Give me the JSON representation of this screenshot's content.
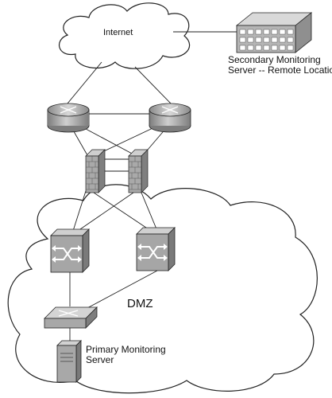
{
  "labels": {
    "internet": "Internet",
    "secondary_line1": "Secondary Monitoring",
    "secondary_line2": "Server -- Remote Location",
    "dmz": "DMZ",
    "primary_line1": "Primary Monitoring",
    "primary_line2": "Server"
  },
  "nodes": [
    {
      "id": "internet",
      "kind": "cloud-icon"
    },
    {
      "id": "secondary-server",
      "kind": "building-server-icon"
    },
    {
      "id": "router-left",
      "kind": "router-icon"
    },
    {
      "id": "router-right",
      "kind": "router-icon"
    },
    {
      "id": "firewall-left",
      "kind": "firewall-icon"
    },
    {
      "id": "firewall-right",
      "kind": "firewall-icon"
    },
    {
      "id": "switch-left",
      "kind": "switch-icon"
    },
    {
      "id": "switch-right",
      "kind": "switch-icon"
    },
    {
      "id": "dmz-hub",
      "kind": "hub-icon"
    },
    {
      "id": "primary-server",
      "kind": "tower-server-icon"
    },
    {
      "id": "dmz",
      "kind": "cloud-icon"
    }
  ],
  "links": [
    [
      "internet",
      "secondary-server"
    ],
    [
      "internet",
      "router-left"
    ],
    [
      "internet",
      "router-right"
    ],
    [
      "router-left",
      "router-right"
    ],
    [
      "router-left",
      "firewall-left"
    ],
    [
      "router-left",
      "firewall-right"
    ],
    [
      "router-right",
      "firewall-left"
    ],
    [
      "router-right",
      "firewall-right"
    ],
    [
      "firewall-left",
      "firewall-right"
    ],
    [
      "firewall-left",
      "switch-left"
    ],
    [
      "firewall-left",
      "switch-right"
    ],
    [
      "firewall-right",
      "switch-left"
    ],
    [
      "firewall-right",
      "switch-right"
    ],
    [
      "switch-left",
      "dmz-hub"
    ],
    [
      "switch-right",
      "dmz-hub"
    ],
    [
      "dmz-hub",
      "primary-server"
    ]
  ],
  "colors": {
    "line": "#222222",
    "device_light": "#d6d6d6",
    "device_mid": "#a8a8a8",
    "device_dark": "#7a7a7a"
  }
}
